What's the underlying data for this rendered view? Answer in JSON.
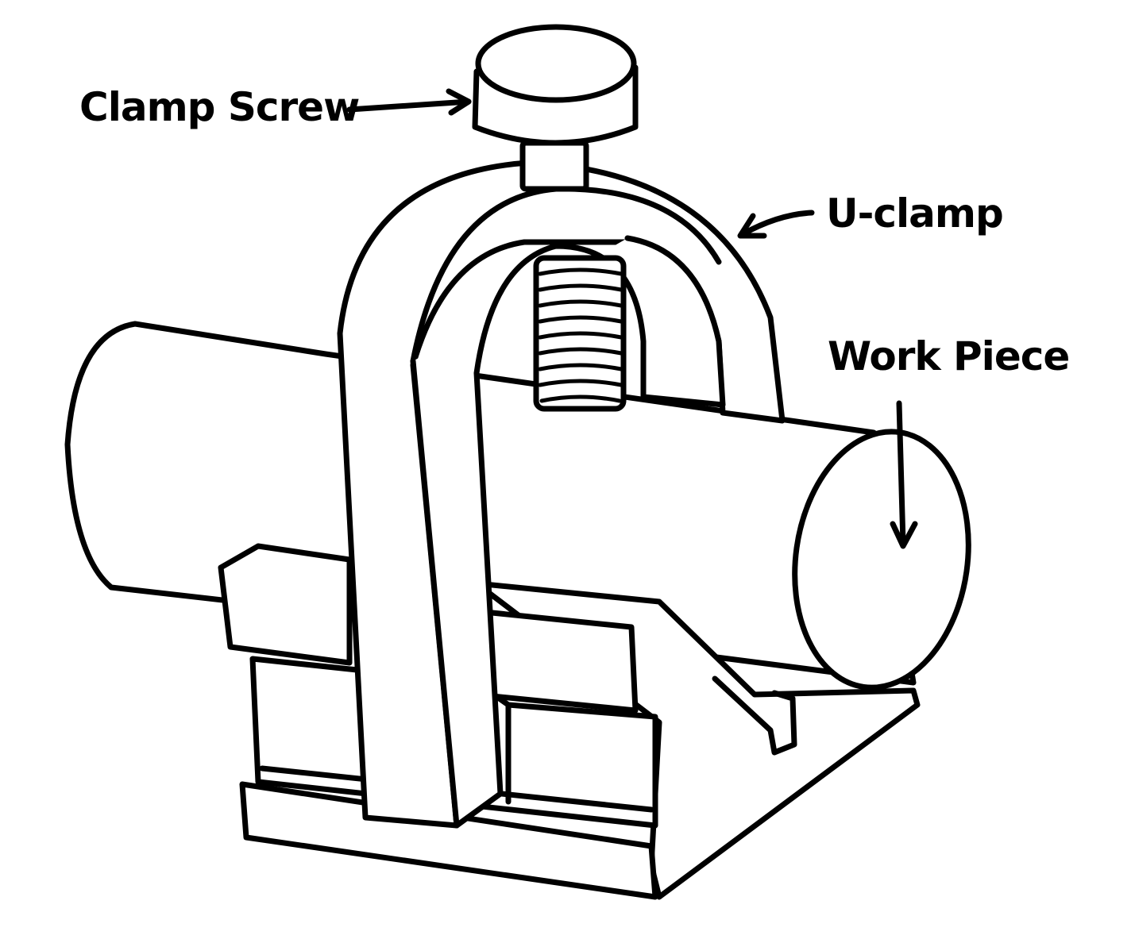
{
  "labels": {
    "clamp_screw": "Clamp Screw",
    "u_clamp": "U-clamp",
    "work_piece": "Work Piece"
  },
  "colors": {
    "ink": "#000000",
    "paper": "#ffffff"
  }
}
